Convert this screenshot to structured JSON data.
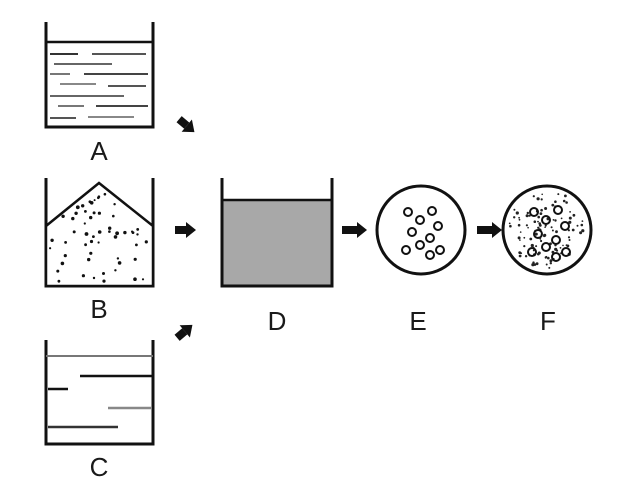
{
  "labels": {
    "a": "A",
    "b": "B",
    "c": "C",
    "d": "D",
    "e": "E",
    "f": "F"
  },
  "colors": {
    "stroke": "#111111",
    "mixture_fill": "#a8a8a8",
    "liquid_line_gray": "#888888",
    "background": "#ffffff"
  }
}
